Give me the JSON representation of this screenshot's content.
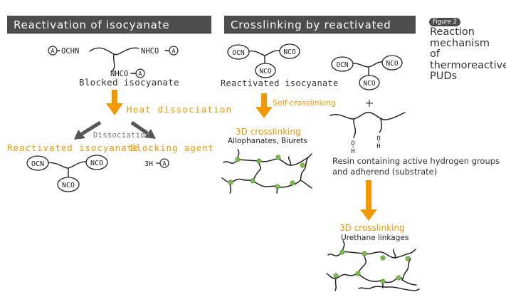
{
  "figure": {
    "badge": "Figure 2",
    "title_lines": [
      "Reaction",
      "mechanism",
      "of",
      "thermoreactive",
      "PUDs"
    ]
  },
  "left_panel": {
    "header": "Reactivation of isocyanate groups",
    "blocked_molecule": {
      "left_group": "OCHN",
      "right_group": "NHCO",
      "bottom_group": "NHCO",
      "blocking_symbol": "A"
    },
    "blocked_label": "Blocked isocyanate",
    "heat_label": "Heat dissociation",
    "dissociation_label": "Dissociation",
    "product_left_label": "Reactivated isocyanate",
    "product_right_label": "Blocking agent",
    "reactivated_molecule": {
      "left": "OCN",
      "right": "NCO",
      "bottom": "NCO"
    },
    "blocking_agent_formula": "3H",
    "blocking_agent_symbol": "A"
  },
  "right_panel": {
    "header": "Crosslinking by reactivated isocyanate",
    "reactivated_molecule": {
      "left": "OCN",
      "right": "NCO",
      "bottom": "NCO"
    },
    "reactivated_label": "Reactivated isocyanate",
    "self_crosslinking_label": "Self-crosslinking",
    "crosslink1_title": "3D crosslinking",
    "crosslink1_subtitle": "Allophanates, Biurets",
    "second_molecule": {
      "left": "OCN",
      "right": "NCO",
      "bottom": "NCO"
    },
    "plus_sign": "+",
    "resin_groups": [
      "OH",
      "OH"
    ],
    "resin_label_line1": "Resin containing active hydrogen groups",
    "resin_label_line2": "and adherend (substrate)",
    "crosslink2_title": "3D crosslinking",
    "crosslink2_subtitle": "Urethane linkages"
  },
  "colors": {
    "header_bg": "#4d4d4d",
    "accent_orange": "#f39800",
    "arrow_grey": "#555555",
    "node_green": "#7dbb4f"
  }
}
